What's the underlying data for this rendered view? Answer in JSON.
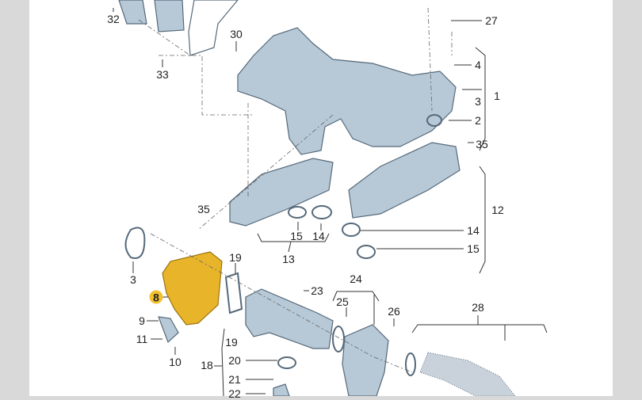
{
  "colors": {
    "part": "#b7c9d6",
    "part_dark": "#6f8494",
    "highlight": "#e8b52a",
    "background": "#ffffff",
    "margin": "#d9d9d9"
  },
  "callouts": [
    {
      "id": "c32",
      "text": "32"
    },
    {
      "id": "c30",
      "text": "30"
    },
    {
      "id": "c33",
      "text": "33"
    },
    {
      "id": "c27",
      "text": "27"
    },
    {
      "id": "c4",
      "text": "4"
    },
    {
      "id": "c3a",
      "text": "3"
    },
    {
      "id": "c1",
      "text": "1"
    },
    {
      "id": "c2",
      "text": "2"
    },
    {
      "id": "c35a",
      "text": "35"
    },
    {
      "id": "c12",
      "text": "12"
    },
    {
      "id": "c35b",
      "text": "35"
    },
    {
      "id": "c15a",
      "text": "15"
    },
    {
      "id": "c14a",
      "text": "14"
    },
    {
      "id": "c13",
      "text": "13"
    },
    {
      "id": "c14b",
      "text": "14"
    },
    {
      "id": "c15b",
      "text": "15"
    },
    {
      "id": "c3b",
      "text": "3"
    },
    {
      "id": "c19a",
      "text": "19"
    },
    {
      "id": "c8",
      "text": "8"
    },
    {
      "id": "c23",
      "text": "23"
    },
    {
      "id": "c24",
      "text": "24"
    },
    {
      "id": "c25",
      "text": "25"
    },
    {
      "id": "c26",
      "text": "26"
    },
    {
      "id": "c28",
      "text": "28"
    },
    {
      "id": "c9",
      "text": "9"
    },
    {
      "id": "c11",
      "text": "11"
    },
    {
      "id": "c10",
      "text": "10"
    },
    {
      "id": "c19b",
      "text": "19"
    },
    {
      "id": "c18",
      "text": "18"
    },
    {
      "id": "c20",
      "text": "20"
    },
    {
      "id": "c21",
      "text": "21"
    },
    {
      "id": "c22",
      "text": "22"
    }
  ]
}
